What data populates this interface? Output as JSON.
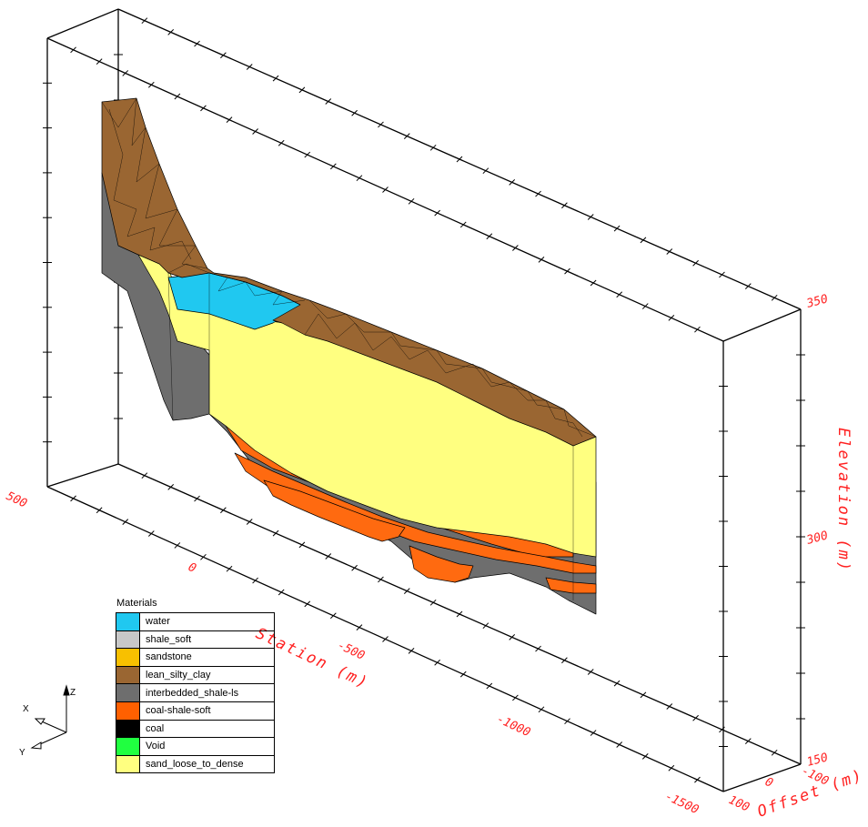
{
  "axes": {
    "station_title": "Station (m)",
    "offset_title": "Offset (m)",
    "elevation_title": "Elevation (m)",
    "station_ticks": [
      "500",
      "0",
      "-500",
      "-1000",
      "-1500"
    ],
    "offset_ticks": [
      "100",
      "0",
      "-100"
    ],
    "elevation_ticks": [
      "350",
      "300",
      "150"
    ]
  },
  "legend": {
    "title": "Materials",
    "items": [
      {
        "name": "water",
        "color": "#20c8f0"
      },
      {
        "name": "shale_soft",
        "color": "#c8c8c8"
      },
      {
        "name": "sandstone",
        "color": "#f8c000"
      },
      {
        "name": "lean_silty_clay",
        "color": "#9a6632"
      },
      {
        "name": "interbedded_shale-ls",
        "color": "#6e6e6e"
      },
      {
        "name": "coal-shale-soft",
        "color": "#ff6000"
      },
      {
        "name": "coal",
        "color": "#000000"
      },
      {
        "name": "Void",
        "color": "#20ff40"
      },
      {
        "name": "sand_loose_to_dense",
        "color": "#ffff80"
      }
    ]
  },
  "triad": {
    "x_label": "X",
    "y_label": "Y",
    "z_label": "Z"
  }
}
